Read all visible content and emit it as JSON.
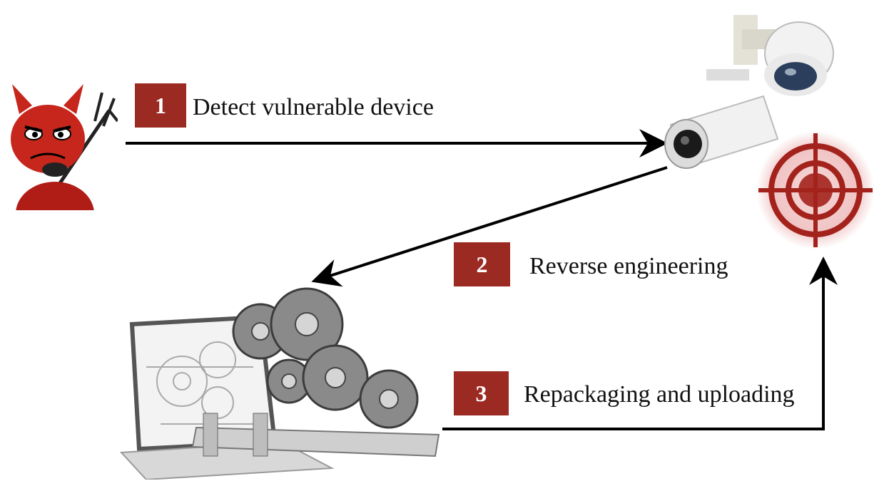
{
  "colors": {
    "accent": "#9b2a22",
    "arrow": "#000000",
    "target_red": "#a3231c"
  },
  "icons": {
    "attacker": "devil-icon",
    "device": "security-camera-icon",
    "target": "crosshair-target-icon",
    "workstation": "laptop-gears-icon"
  },
  "steps": [
    {
      "number": "1",
      "label": "Detect vulnerable device"
    },
    {
      "number": "2",
      "label": "Reverse engineering"
    },
    {
      "number": "3",
      "label": "Repackaging and uploading"
    }
  ]
}
